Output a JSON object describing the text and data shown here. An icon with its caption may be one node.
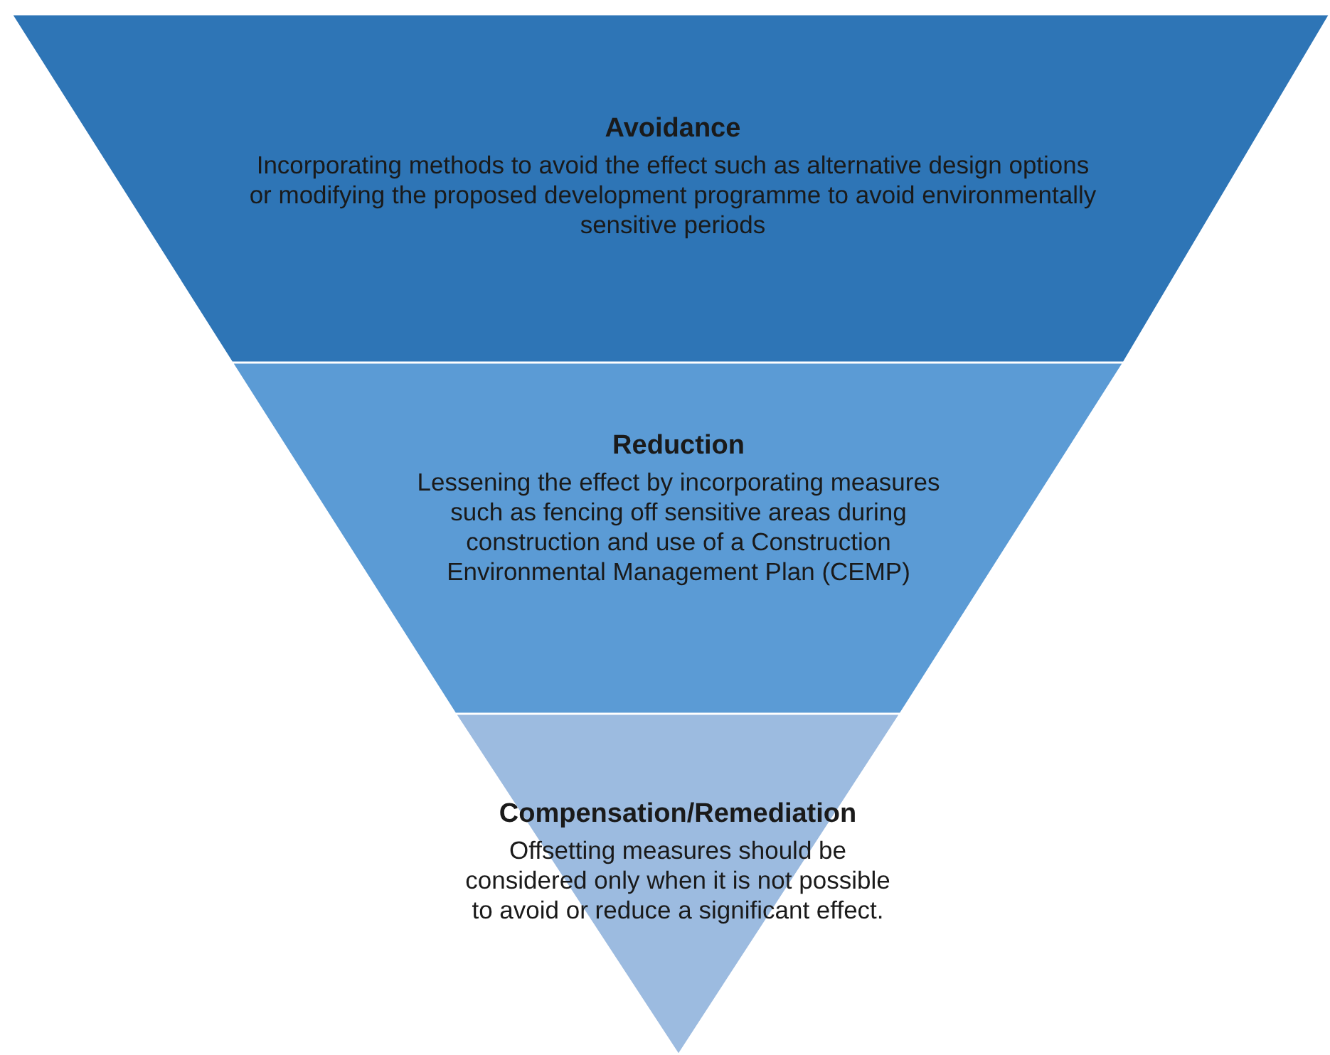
{
  "diagram": {
    "nodes": [
      {
        "text": [
          "Avoidance",
          "Incorporating methods to avoid the effect such as alternative design options or modifying the proposed development programme to avoid environmentally sensitive periods"
        ]
      },
      {
        "text": [
          "Reduction",
          "Lessening the effect by incorporating measures such as fencing off sensitive areas during construction and use of a Construction Environmental Management Plan (CEMP)"
        ]
      },
      {
        "text": [
          "Compensation/Remediation",
          "Offsetting measures should be considered only when it is not possible to avoid or reduce a significant effect."
        ]
      }
    ]
  }
}
